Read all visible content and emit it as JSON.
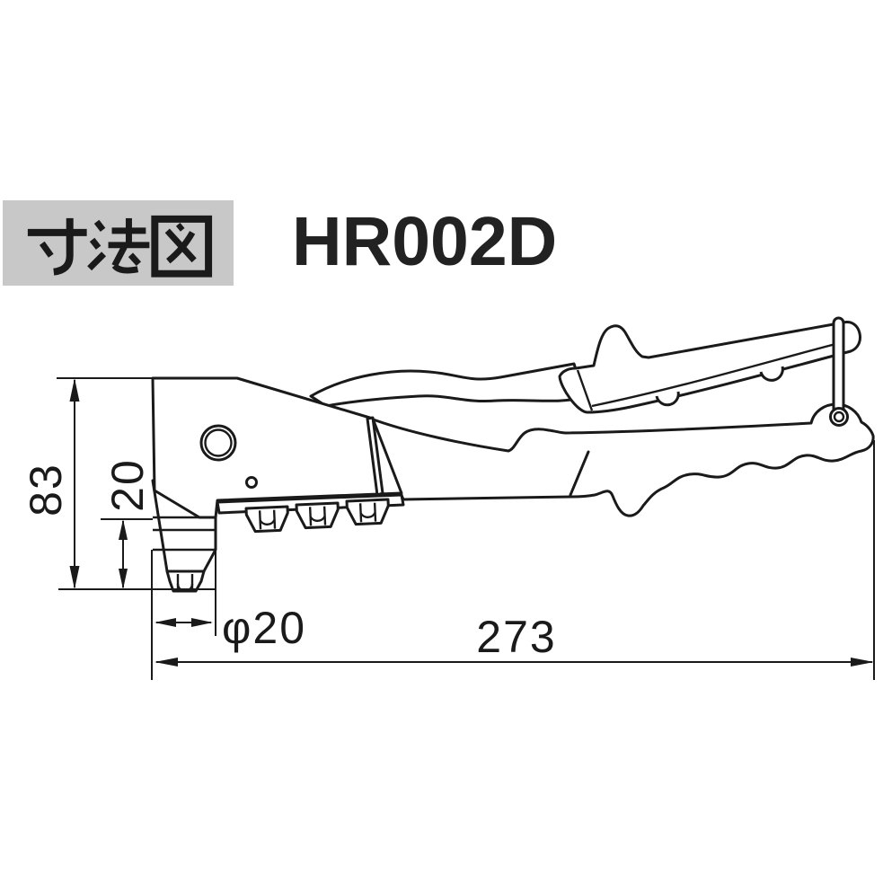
{
  "header": {
    "badge_label": "寸法図",
    "badge_bg": "#c8c8c8",
    "model": "HR002D"
  },
  "drawing": {
    "line_color": "#1a1a1a",
    "dimensions": {
      "overall_height": {
        "label": "83"
      },
      "nose_height": {
        "label": "20"
      },
      "nose_diameter": {
        "label": "φ20"
      },
      "overall_length": {
        "label": "273"
      }
    }
  }
}
